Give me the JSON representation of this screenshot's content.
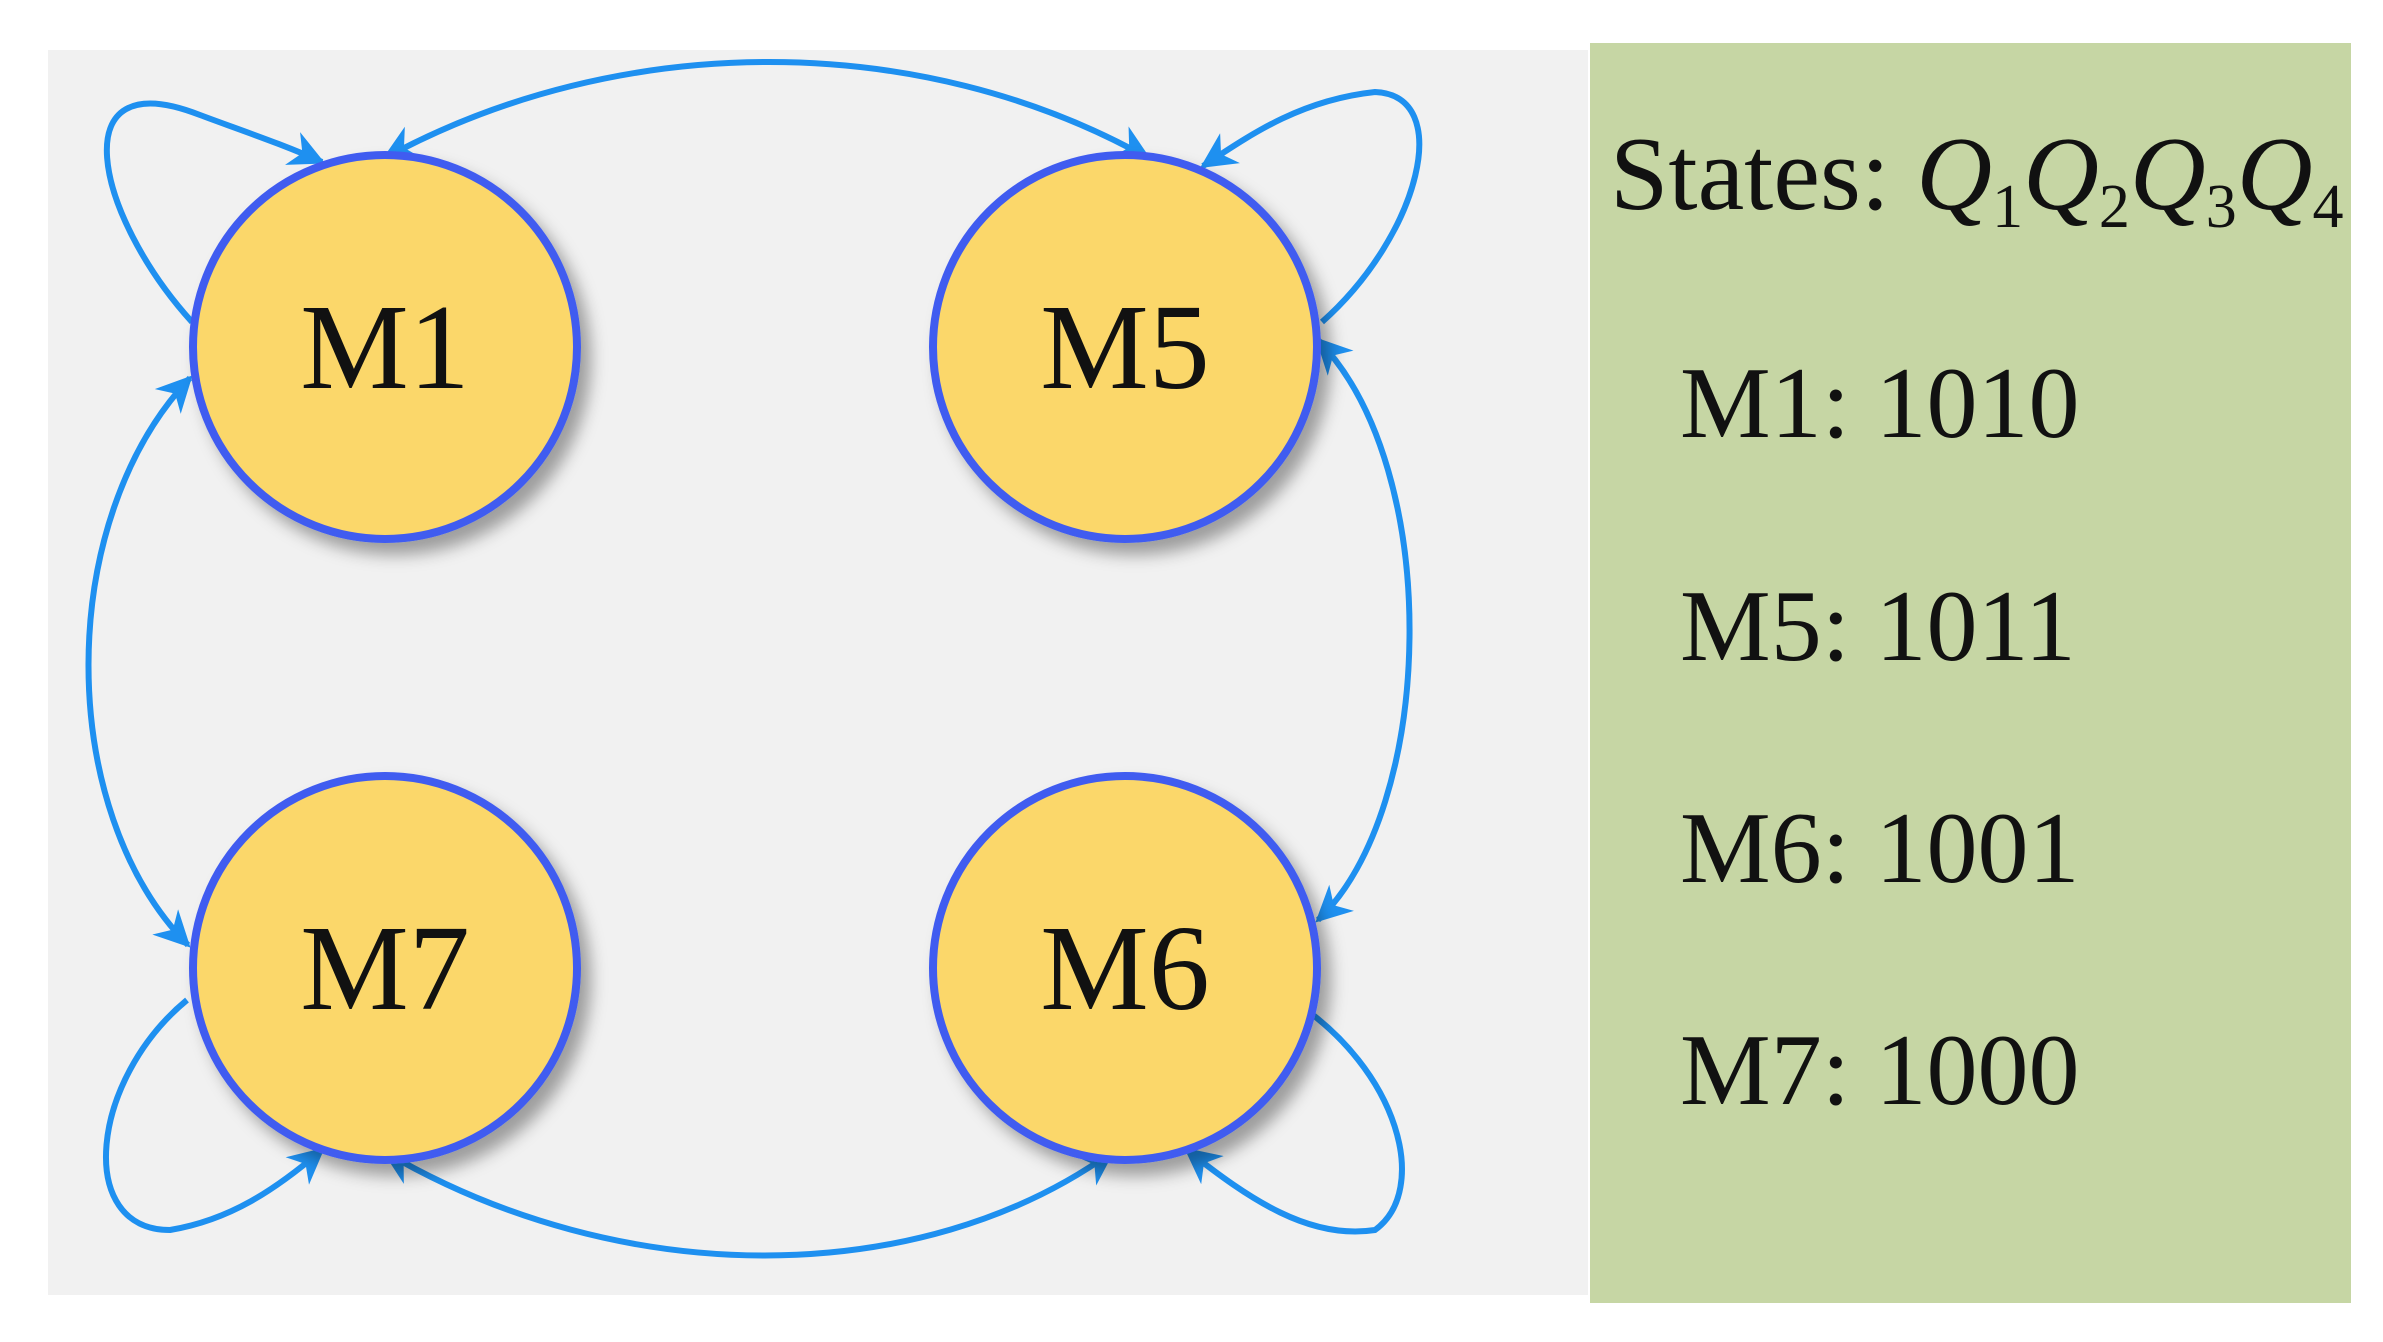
{
  "colors": {
    "node_fill": "#fbd76b",
    "node_stroke": "#3f5cf0",
    "edge": "#1e90f0",
    "diagram_bg": "#f1f1f1",
    "legend_bg": "#c6d6a4"
  },
  "nodes": {
    "m1": "M1",
    "m5": "M5",
    "m6": "M6",
    "m7": "M7"
  },
  "legend": {
    "title_prefix": "States: ",
    "title_q": "Q",
    "sub_1": "1",
    "sub_2": "2",
    "sub_3": "3",
    "sub_4": "4",
    "rows": [
      "M1: 1010",
      "M5: 1011",
      "M6: 1001",
      "M7: 1000"
    ]
  }
}
